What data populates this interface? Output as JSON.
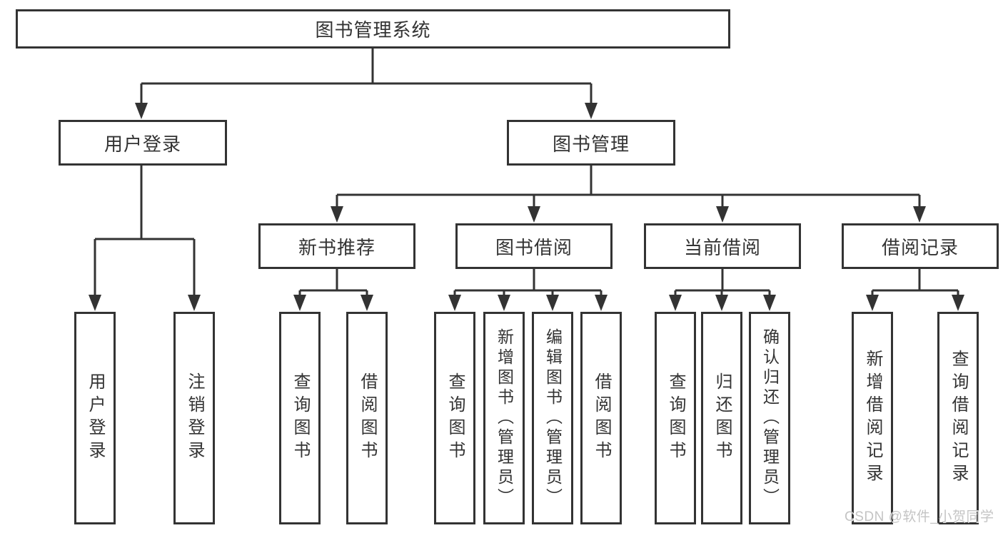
{
  "colors": {
    "line": "#333333",
    "box_border": "#333333",
    "box_fill": "#ffffff",
    "text": "#333333",
    "watermark": "#c4c4c4"
  },
  "watermark": {
    "text": "CSDN @软件_小贺同学"
  },
  "tree": {
    "label": "图书管理系统",
    "children": [
      {
        "label": "用户登录",
        "children": [
          {
            "label": "用户登录"
          },
          {
            "label": "注销登录"
          }
        ]
      },
      {
        "label": "图书管理",
        "children": [
          {
            "label": "新书推荐",
            "children": [
              {
                "label": "查询图书"
              },
              {
                "label": "借阅图书"
              }
            ]
          },
          {
            "label": "图书借阅",
            "children": [
              {
                "label": "查询图书"
              },
              {
                "label": "新增图书（管理员）"
              },
              {
                "label": "编辑图书（管理员）"
              },
              {
                "label": "借阅图书"
              }
            ]
          },
          {
            "label": "当前借阅",
            "children": [
              {
                "label": "查询图书"
              },
              {
                "label": "归还图书"
              },
              {
                "label": "确认归还（管理员）"
              }
            ]
          },
          {
            "label": "借阅记录",
            "children": [
              {
                "label": "新增借阅记录"
              },
              {
                "label": "查询借阅记录"
              }
            ]
          }
        ]
      }
    ]
  }
}
